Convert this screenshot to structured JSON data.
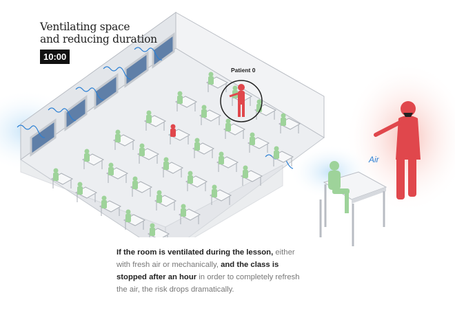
{
  "title_line1": "Ventilating space",
  "title_line2": "and reducing duration",
  "timer": "10:00",
  "patient_label": "Patient 0",
  "air_label": "Air",
  "caption": {
    "b1": "If the room is ventilated during the lesson,",
    "t1": " either with fresh air or mechanically, ",
    "b2": "and the class is stopped after an hour",
    "t2": " in order to completely refresh the air, the risk drops dramatically."
  },
  "colors": {
    "infected": "#e0474c",
    "student": "#9ed39a",
    "air": "#2a7fd4",
    "wall": "#d6d9de"
  }
}
